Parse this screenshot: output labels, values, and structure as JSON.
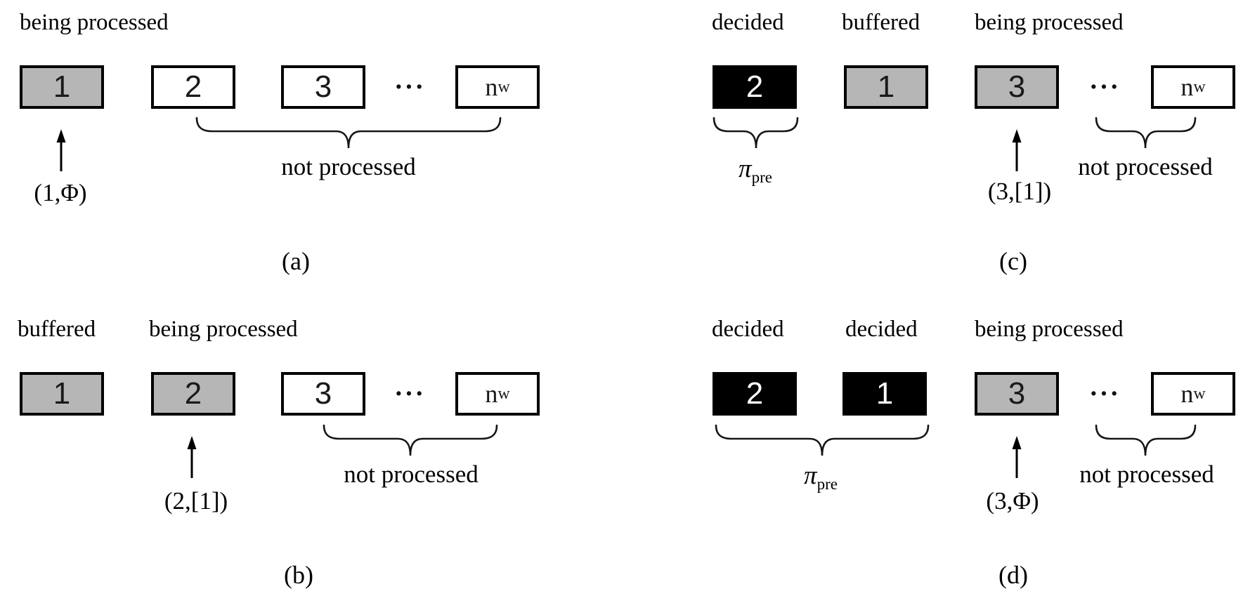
{
  "figure": {
    "colors": {
      "background": "#ffffff",
      "box_gray_fill": "#b6b6b6",
      "box_black_fill": "#000000",
      "box_white_fill": "#ffffff",
      "box_border": "#000000",
      "text": "#000000"
    },
    "dots": "···",
    "nw": {
      "main": "n",
      "sub": "w"
    },
    "pi": {
      "main": "π",
      "sub": "pre"
    },
    "panels": {
      "a": {
        "caption": "(a)",
        "status_labels": [
          "being processed"
        ],
        "boxes": [
          {
            "value": "1",
            "state": "being processed",
            "fill": "#b6b6b6"
          },
          {
            "value": "2",
            "state": "not processed",
            "fill": "#ffffff"
          },
          {
            "value": "3",
            "state": "not processed",
            "fill": "#ffffff"
          },
          {
            "value": "n_w",
            "state": "not processed",
            "fill": "#ffffff"
          }
        ],
        "arrow_label": "(1,Φ)",
        "not_processed_label": "not processed"
      },
      "b": {
        "caption": "(b)",
        "status_labels": [
          "buffered",
          "being processed"
        ],
        "boxes": [
          {
            "value": "1",
            "state": "buffered",
            "fill": "#b6b6b6"
          },
          {
            "value": "2",
            "state": "being processed",
            "fill": "#b6b6b6"
          },
          {
            "value": "3",
            "state": "not processed",
            "fill": "#ffffff"
          },
          {
            "value": "n_w",
            "state": "not processed",
            "fill": "#ffffff"
          }
        ],
        "arrow_label": "(2,[1])",
        "not_processed_label": "not processed"
      },
      "c": {
        "caption": "(c)",
        "status_labels": [
          "decided",
          "buffered",
          "being processed"
        ],
        "boxes": [
          {
            "value": "2",
            "state": "decided",
            "fill": "#000000"
          },
          {
            "value": "1",
            "state": "buffered",
            "fill": "#b6b6b6"
          },
          {
            "value": "3",
            "state": "being processed",
            "fill": "#b6b6b6"
          },
          {
            "value": "n_w",
            "state": "not processed",
            "fill": "#ffffff"
          }
        ],
        "arrow_label": "(3,[1])",
        "not_processed_label": "not processed"
      },
      "d": {
        "caption": "(d)",
        "status_labels": [
          "decided",
          "decided",
          "being processed"
        ],
        "boxes": [
          {
            "value": "2",
            "state": "decided",
            "fill": "#000000"
          },
          {
            "value": "1",
            "state": "decided",
            "fill": "#000000"
          },
          {
            "value": "3",
            "state": "being processed",
            "fill": "#b6b6b6"
          },
          {
            "value": "n_w",
            "state": "not processed",
            "fill": "#ffffff"
          }
        ],
        "arrow_label": "(3,Φ)",
        "not_processed_label": "not processed"
      }
    }
  }
}
